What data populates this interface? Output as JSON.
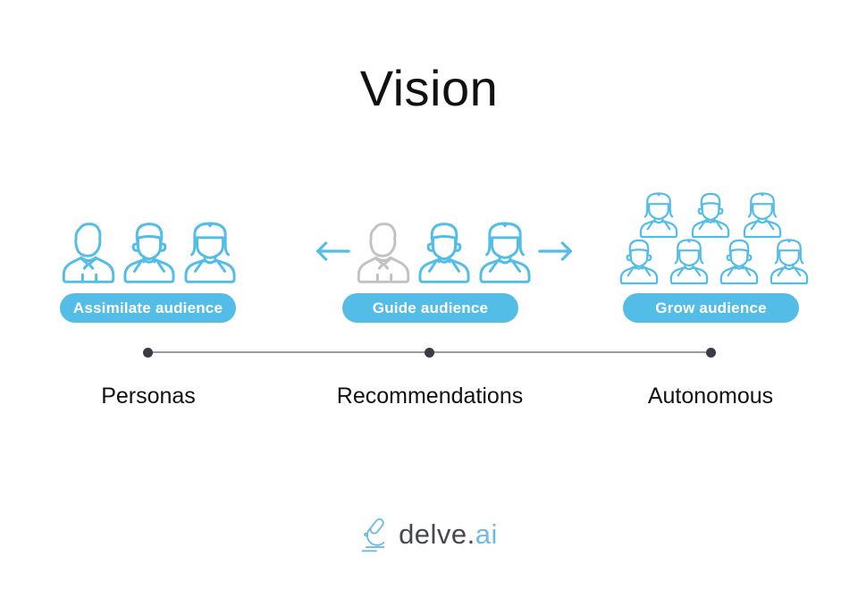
{
  "title": "Vision",
  "stages": [
    {
      "id": "personas",
      "pill_label": "Assimilate audience",
      "timeline_label": "Personas",
      "audience_icons": [
        "man-collar-icon",
        "young-man-icon",
        "woman-icon"
      ]
    },
    {
      "id": "recommendations",
      "pill_label": "Guide audience",
      "timeline_label": "Recommendations",
      "audience_icons": [
        "arrow-left-icon",
        "man-collar-icon (gray)",
        "young-man-icon",
        "woman-icon",
        "arrow-right-icon"
      ]
    },
    {
      "id": "autonomous",
      "pill_label": "Grow audience",
      "timeline_label": "Autonomous",
      "audience_icons_row1": [
        "woman-icon",
        "young-man-icon",
        "woman-icon"
      ],
      "audience_icons_row2": [
        "young-man-icon",
        "woman-icon",
        "young-man-icon",
        "woman-icon"
      ]
    }
  ],
  "timeline": {
    "points": 3
  },
  "logo": {
    "text": "delve",
    "dot": ".",
    "suffix": "ai",
    "icon": "microscope-icon"
  },
  "colors": {
    "accent_blue": "#54BDE7",
    "inactive_gray": "#C2C2C2",
    "timeline_line": "#9C9C9C",
    "timeline_dot": "#3B3B45",
    "logo_dark": "#474754",
    "logo_blue": "#6FBBE0",
    "text": "#111111",
    "background": "#FFFFFF"
  }
}
